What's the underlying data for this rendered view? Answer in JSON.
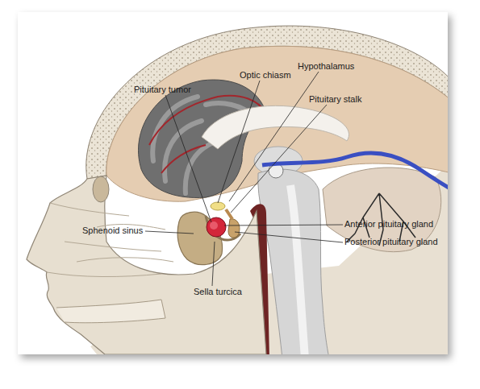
{
  "diagram": {
    "labels": [
      "Pituitary tumor",
      "Optic chiasm",
      "Hypothalamus",
      "Pituitary stalk",
      "Anterior pituitary gland",
      "Sphenoid sinus",
      "Posterior pituitary gland",
      "Sella turcica"
    ]
  }
}
